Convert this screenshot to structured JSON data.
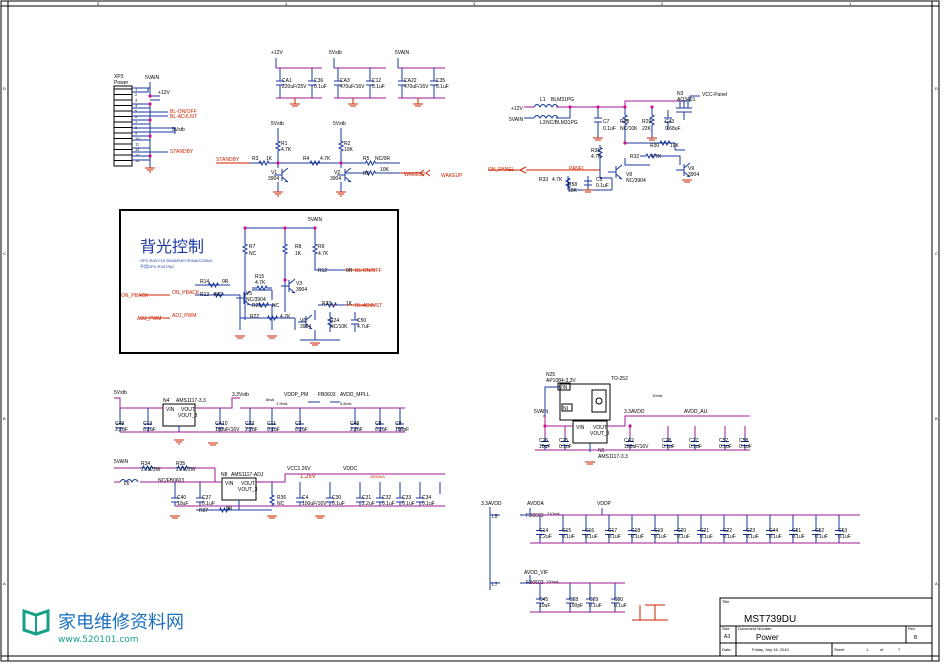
{
  "border": {
    "left_letters": [
      "D",
      "C",
      "B",
      "A"
    ],
    "top_numbers": [
      "5",
      "4",
      "3",
      "2",
      "1"
    ]
  },
  "connector": {
    "ref": "XP3",
    "name": "Power",
    "pins": [
      "1",
      "2",
      "3",
      "4",
      "5",
      "6",
      "7",
      "8",
      "9",
      "10",
      "11",
      "12",
      "13",
      "14"
    ],
    "net_5vain": "5VAIN",
    "net_12v": "+12V",
    "net_5vstb": "5Vstb",
    "bl_on_off": "BL-ON/OFF",
    "bl_adjust": "BL-ADJUST",
    "standby": "STANDBY"
  },
  "input_caps": {
    "nets": [
      "+12V",
      "5Vstb",
      "5VAIN"
    ],
    "caps": [
      {
        "ref": "CA1",
        "val": "220uF/25V"
      },
      {
        "ref": "C36",
        "val": "0.1uF"
      },
      {
        "ref": "CA3",
        "val": "470uF/16V"
      },
      {
        "ref": "C12",
        "val": "0.1uF"
      },
      {
        "ref": "CA22",
        "val": "470uF/16V"
      },
      {
        "ref": "C35",
        "val": "0.1uF"
      }
    ]
  },
  "standby_ckt": {
    "net1": "5Vstb",
    "net2": "5Vstb",
    "standby": "STANDBY",
    "wakeup": "WAKEUP",
    "wakeup2": "WAKEUP",
    "parts": [
      {
        "ref": "R1",
        "val": "4.7K"
      },
      {
        "ref": "R2",
        "val": "10K"
      },
      {
        "ref": "R3",
        "val": "1K"
      },
      {
        "ref": "R4",
        "val": "4.7K"
      },
      {
        "ref": "R5",
        "val": "NC/0R"
      },
      {
        "ref": "R6",
        "val": "10K"
      },
      {
        "ref": "V1",
        "val": "3904"
      },
      {
        "ref": "V2",
        "val": "3904"
      }
    ]
  },
  "panel_ckt": {
    "net_12v": "+12V",
    "net_5vain": "5VAIN",
    "vcc_panel": "VCC-Panel",
    "on_panel": "ON_PANEL",
    "panel": "PANEL",
    "parts": [
      {
        "ref": "L1",
        "val": "BLM31PG"
      },
      {
        "ref": "L3",
        "val": "NC/BLM31PG"
      },
      {
        "ref": "C7",
        "val": "0.1uF"
      },
      {
        "ref": "R28",
        "val": "NC/10K"
      },
      {
        "ref": "R29",
        "val": "22K"
      },
      {
        "ref": "C43",
        "val": "0.68uF"
      },
      {
        "ref": "N3",
        "val": "AO3401"
      },
      {
        "ref": "R30",
        "val": "10K"
      },
      {
        "ref": "R31",
        "val": "4.7K"
      },
      {
        "ref": "R32",
        "val": "4.7K"
      },
      {
        "ref": "V9",
        "val": "3904"
      },
      {
        "ref": "R33",
        "val": "4.7K"
      },
      {
        "ref": "R58",
        "val": "10K"
      },
      {
        "ref": "C5",
        "val": "0.1uF"
      },
      {
        "ref": "V8",
        "val": "NC/3904"
      }
    ]
  },
  "backlight": {
    "title": "背光控制",
    "note1": "OPC:R437/1K,R406/R407/R408/C20/NC",
    "note2": "不用OPC:R437/NC",
    "net": "5VAIN",
    "bl_on_off": "BL-ON/OFF",
    "bl_adjust": "BL-ADJUST",
    "on_pback": "ON_PBACK",
    "on_pback2": "ON_PBACK",
    "adj_pwm": "ADJ_PWM",
    "adj_pwm2": "ADJ_PWM",
    "parts": [
      {
        "ref": "R7",
        "val": "NC"
      },
      {
        "ref": "R8",
        "val": "1K"
      },
      {
        "ref": "R9",
        "val": "4.7K"
      },
      {
        "ref": "R15",
        "val": "4.7K"
      },
      {
        "ref": "R14",
        "val": "0R"
      },
      {
        "ref": "R13",
        "val": "NC"
      },
      {
        "ref": "V5",
        "val": "NC/3904"
      },
      {
        "ref": "V3",
        "val": "3904"
      },
      {
        "ref": "R12",
        "val": "0R"
      },
      {
        "ref": "R21",
        "val": "NC"
      },
      {
        "ref": "R22",
        "val": "4.7K"
      },
      {
        "ref": "R23",
        "val": "1K"
      },
      {
        "ref": "V6",
        "val": "3904"
      },
      {
        "ref": "R24",
        "val": "NC/10K"
      },
      {
        "ref": "C50",
        "val": "4.7uF"
      }
    ]
  },
  "reg_33": {
    "in": "5Vstb",
    "out": "3.3Vstb",
    "ref": "N4",
    "part": "AMS1117-3.3",
    "vin": "VIN",
    "vout": "VOUT",
    "vout3": "VOUT_3",
    "current": "8mA",
    "vddp_pm": "VDDP_PM",
    "vddp_cur": "1.9mA",
    "avdd_mpll": "AVDD_MPLL",
    "mpll_cur": "4.8mA",
    "fb": "FB0603",
    "caps": [
      {
        "ref": "C49",
        "val": "2.2uF"
      },
      {
        "ref": "C13",
        "val": "0.1uF"
      },
      {
        "ref": "CA10",
        "val": "100uF/16V"
      },
      {
        "ref": "C22",
        "val": "2.2uF"
      },
      {
        "ref": "C11",
        "val": "0.1uF"
      },
      {
        "ref": "C3",
        "val": "0.1uF"
      },
      {
        "ref": "C48",
        "val": "2.2uF"
      },
      {
        "ref": "C8",
        "val": "0.1uF"
      },
      {
        "ref": "C9",
        "val": "100pF"
      }
    ]
  },
  "reg_adj": {
    "in": "5VAIN",
    "ref": "N8",
    "part": "AMS1117-ADJ",
    "vin": "VIN",
    "vout": "VOUT",
    "vout3": "VOUT_3",
    "vcc": "VCC1.26V",
    "vcc2": "1.25V",
    "vddc": "VDDC",
    "vddc_cur": "1600mA",
    "fb": "NC/FB0603",
    "parts": [
      {
        "ref": "R34",
        "val": "2.7R/2W"
      },
      {
        "ref": "R35",
        "val": "2.7R/2W"
      },
      {
        "ref": "L6",
        "val": ""
      },
      {
        "ref": "C40",
        "val": "10uF"
      },
      {
        "ref": "C37",
        "val": "0.1uF"
      },
      {
        "ref": "R37",
        "val": "8R"
      },
      {
        "ref": "R36",
        "val": "NC"
      },
      {
        "ref": "C4",
        "val": "100uF/16V"
      },
      {
        "ref": "C30",
        "val": "0.1uF"
      },
      {
        "ref": "C31",
        "val": "2.2uF"
      },
      {
        "ref": "C32",
        "val": "0.1uF"
      },
      {
        "ref": "C33",
        "val": "0.1uF"
      },
      {
        "ref": "C34",
        "val": "0.1uF"
      }
    ]
  },
  "reg_1084": {
    "ref": "N25",
    "part": "AP1084-3.3V",
    "pkg": "TO-252",
    "vin_lbl": "VIN",
    "ni": "NI",
    "current": "10mA",
    "in": "5VAIN",
    "out": "3.3AVDD",
    "avdd_au": "AVDD_AU",
    "ref2": "N6",
    "part2": "AMS1117-3.3",
    "vin": "VIN",
    "vout": "VOUT",
    "vout3": "VOUT_3",
    "caps": [
      {
        "ref": "C26",
        "val": "10uF"
      },
      {
        "ref": "C25",
        "val": "0.1uF"
      },
      {
        "ref": "CA2",
        "val": "100uF/16V"
      },
      {
        "ref": "C28",
        "val": "0.1uF"
      },
      {
        "ref": "C27",
        "val": "0.1uF"
      },
      {
        "ref": "C57",
        "val": "0.1uF"
      },
      {
        "ref": "C58",
        "val": "0.1uF"
      }
    ]
  },
  "avdd_bank": {
    "src": "3.3AVDD",
    "avdda": "AVDDA",
    "avdda_cur": "210mA",
    "vddp": "VDDP",
    "fb": "FB0603",
    "l5": "L5",
    "caps": [
      {
        "ref": "C14",
        "val": "2.2uF"
      },
      {
        "ref": "C15",
        "val": "0.1uF"
      },
      {
        "ref": "C16",
        "val": "0.1uF"
      },
      {
        "ref": "C17",
        "val": "0.1uF"
      },
      {
        "ref": "C18",
        "val": "0.1uF"
      },
      {
        "ref": "C19",
        "val": "0.1uF"
      },
      {
        "ref": "C20",
        "val": "0.1uF"
      },
      {
        "ref": "C21",
        "val": "0.1uF"
      },
      {
        "ref": "C22",
        "val": "0.1uF"
      },
      {
        "ref": "C23",
        "val": "0.1uF"
      },
      {
        "ref": "C44",
        "val": "0.1uF"
      },
      {
        "ref": "C51",
        "val": "0.1uF"
      },
      {
        "ref": "C52",
        "val": "0.1uF"
      },
      {
        "ref": "C53",
        "val": "0.1uF"
      }
    ]
  },
  "vif_bank": {
    "net": "AVDD_VIF",
    "cur": "100mA",
    "fb": "FB0603",
    "l": "L7",
    "caps": [
      {
        "ref": "C45",
        "val": "10uF"
      },
      {
        "ref": "C28",
        "val": "100pF"
      },
      {
        "ref": "C29",
        "val": "0.1uF"
      },
      {
        "ref": "C30",
        "val": "0.1uF"
      }
    ]
  },
  "title_block": {
    "title_lbl": "Title",
    "title": "MST739DU",
    "size_lbl": "Size",
    "size": "A3",
    "doc_lbl": "Document Number",
    "doc": "Power",
    "rev_lbl": "Rev",
    "rev": "B",
    "date_lbl": "Date:",
    "date": "Friday, July 16, 2010",
    "sheet_lbl": "Sheet",
    "sheet": "1",
    "of": "of",
    "total": "7"
  },
  "watermark": {
    "name": "家电维修资料网",
    "url": "www.520101.com"
  },
  "colors": {
    "wire": "#1a3aa0",
    "net": "#cc2200",
    "junction": "#d01090"
  }
}
